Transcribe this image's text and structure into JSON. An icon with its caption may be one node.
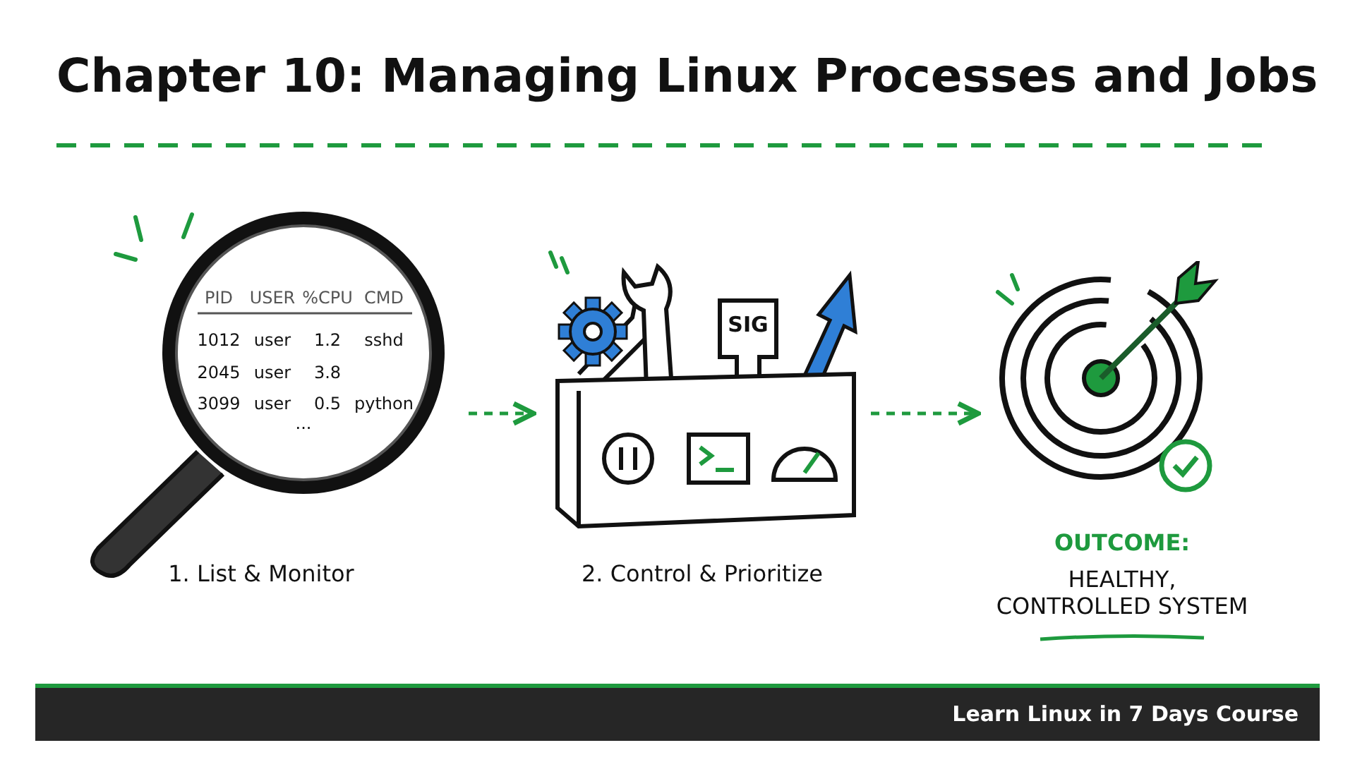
{
  "diagram": {
    "title": "Chapter 10: Managing Linux Processes and Jobs",
    "nodes": [
      {
        "text": [
          "1. List & Monitor"
        ]
      },
      {
        "text": [
          "2. Control & Prioritize"
        ]
      },
      {
        "text": [
          "OUTCOME:",
          "HEALTHY, CONTROLLED SYSTEM"
        ]
      }
    ],
    "edges": [
      {
        "from": 0,
        "to": 1,
        "arrow": "to",
        "style": "dashed"
      },
      {
        "from": 1,
        "to": 2,
        "arrow": "to",
        "style": "dashed"
      }
    ],
    "labels": [
      "PID",
      "USER",
      "%CPU",
      "CMD",
      "1012",
      "user",
      "1.2",
      "sshd",
      "2045",
      "user",
      "3.8",
      "3099",
      "user",
      "0.5",
      "python",
      "...",
      "SIG",
      "Learn Linux in 7 Days Course"
    ]
  }
}
